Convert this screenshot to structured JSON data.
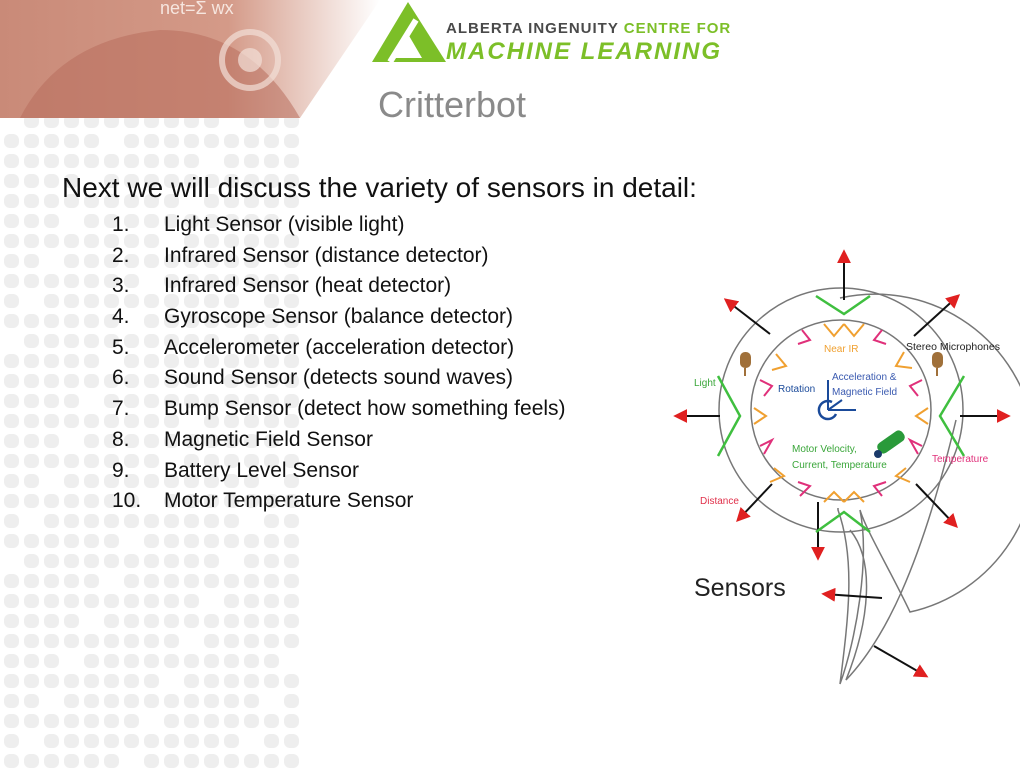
{
  "banner": {
    "formula_text": "net=Σ wx"
  },
  "logo": {
    "line1_main": "ALBERTA INGENUITY",
    "line1_accent": "CENTRE FOR",
    "line2": "MACHINE LEARNING"
  },
  "title": "Critterbot",
  "intro": "Next we will discuss the variety of sensors in detail:",
  "sensors": [
    {
      "num": "1.",
      "label": "Light Sensor (visible light)"
    },
    {
      "num": "2.",
      "label": "Infrared Sensor (distance detector)"
    },
    {
      "num": "3.",
      "label": "Infrared Sensor (heat detector)"
    },
    {
      "num": "4.",
      "label": "Gyroscope Sensor (balance detector)"
    },
    {
      "num": "5.",
      "label": "Accelerometer (acceleration detector)"
    },
    {
      "num": "6.",
      "label": "Sound Sensor (detects sound waves)"
    },
    {
      "num": "7.",
      "label": "Bump Sensor (detect how something feels)"
    },
    {
      "num": "8.",
      "label": "Magnetic Field Sensor"
    },
    {
      "num": "9.",
      "label": "Battery Level Sensor"
    },
    {
      "num": "10.",
      "label": "Motor Temperature Sensor"
    }
  ],
  "diagram": {
    "labels": {
      "near_ir": "Near IR",
      "stereo_microphones": "Stereo Microphones",
      "light": "Light",
      "rotation": "Rotation",
      "accel_line1": "Acceleration &",
      "accel_line2": "Magnetic Field",
      "motor_line1": "Motor Velocity,",
      "motor_line2": "Current, Temperature",
      "temperature": "Temperature",
      "distance": "Distance"
    },
    "caption": "Sensors",
    "colors": {
      "near_ir": "#f0a030",
      "light": "#3aa63a",
      "temperature": "#e0307a",
      "distance": "#e0304a",
      "accel": "#3a5ab0",
      "arrow_head": "#e02020",
      "bump": "#3fbf3f"
    }
  }
}
